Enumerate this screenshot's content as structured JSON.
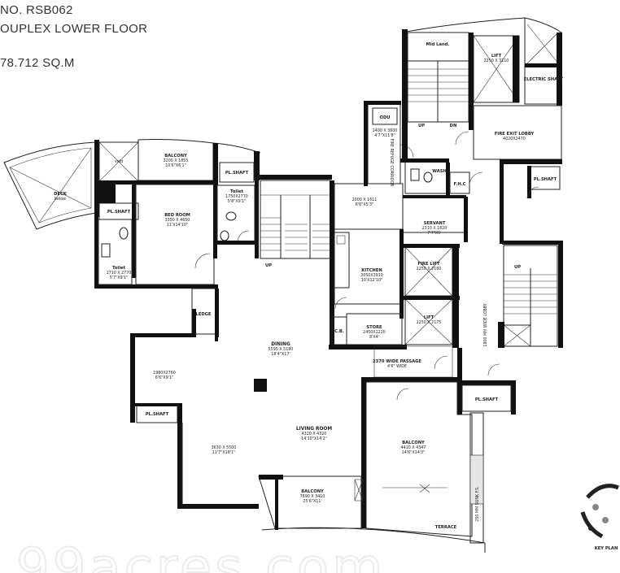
{
  "header": {
    "unit_no": "NO. RSB062",
    "floor": "OUPLEX LOWER FLOOR",
    "area": "78.712 SQ.M"
  },
  "rooms": {
    "deck": {
      "name": "DECK",
      "sub": "below"
    },
    "void": "void",
    "balcony_top": {
      "name": "BALCONY",
      "dim1": "3200 X 1855",
      "dim2": "10'6\"X6'1\""
    },
    "plshaft_a": "PL.SHAFT",
    "plshaft_b": "PL.SHAFT",
    "plshaft_c": "PL.SHAFT",
    "plshaft_d": "PL.SHAFT",
    "plshaft_e": "PL.SHAFT",
    "bedroom": {
      "name": "BED ROOM",
      "dim1": "3350 X 4650",
      "dim2": "11'X14'10\""
    },
    "toilet_left": {
      "name": "Toilet",
      "dim1": "1710 X 2770",
      "dim2": "5'7\"X9'1\""
    },
    "toilet_mid": {
      "name": "Toilet",
      "dim1": "1750X2770",
      "dim2": "5'8\"X9'1\""
    },
    "up_a": "UP",
    "up_b": "UP",
    "dn": "DN",
    "odu": "ODU",
    "corridor_dim": {
      "dim1": "1400 X 3600",
      "dim2": "4'7\"X11'8\""
    },
    "fire_corridor": "FIRE REFUGE CORRIDOR",
    "passage_dim": {
      "dim1": "2000 X 1611",
      "dim2": "6'6\"X5'3\""
    },
    "mid_land": "Mid Land.",
    "lift_top": {
      "name": "LIFT",
      "dim": "2250 X 3110"
    },
    "electric_shaft": "ELECTRIC SHAFT",
    "fire_lobby": {
      "name": "FIRE EXIT LOBBY",
      "dim": "4020X2470"
    },
    "wash": "WASH",
    "fhc": "F.H.C",
    "servant": {
      "name": "SERVANT",
      "dim1": "2310 X 1620",
      "dim2": "7'7\"X5'"
    },
    "kitchen": {
      "name": "KITCHEN",
      "dim1": "3050X3910",
      "dim2": "10'X12'10\""
    },
    "fire_lift": {
      "name": "FIRE LIFT",
      "dim": "2250 X 2180"
    },
    "lift_mid": {
      "name": "LIFT",
      "dim": "2250 X 2175"
    },
    "wide_lobby": "1800 MM WIDE LOBBY",
    "ledge": "LEDGE",
    "cb": "C.B.",
    "store": {
      "name": "STORE",
      "dim1": "2450X1220",
      "dim2": "8'X4'"
    },
    "dining": {
      "name": "DINING",
      "dim1": "5595 X 5180",
      "dim2": "18'4\"X17'"
    },
    "passage": {
      "name": "2370 WIDE PASSAGE",
      "dim": "4'6\" WIDE"
    },
    "left_room": {
      "dim1": "1980X2760",
      "dim2": "6'6\"X9'1\""
    },
    "living": {
      "name": "LIVING ROOM",
      "dim1": "4320 X 4320",
      "dim2": "14'10\"X14'2\""
    },
    "family": {
      "dim1": "3630 X 5500",
      "dim2": "11'7\"X18'1\""
    },
    "balcony_right": {
      "name": "BALCONY",
      "dim1": "4410 X 4347",
      "dim2": "14'6\"X14'3\""
    },
    "balcony_bottom": {
      "name": "BALCONY",
      "dim1": "7690 X 3410",
      "dim2": "25'6\"X11'"
    },
    "terrace": "TERRACE",
    "sunk": "250 MM SUNK F.S.",
    "key_plan": "KEY PLAN"
  },
  "watermark": "99acres.com"
}
